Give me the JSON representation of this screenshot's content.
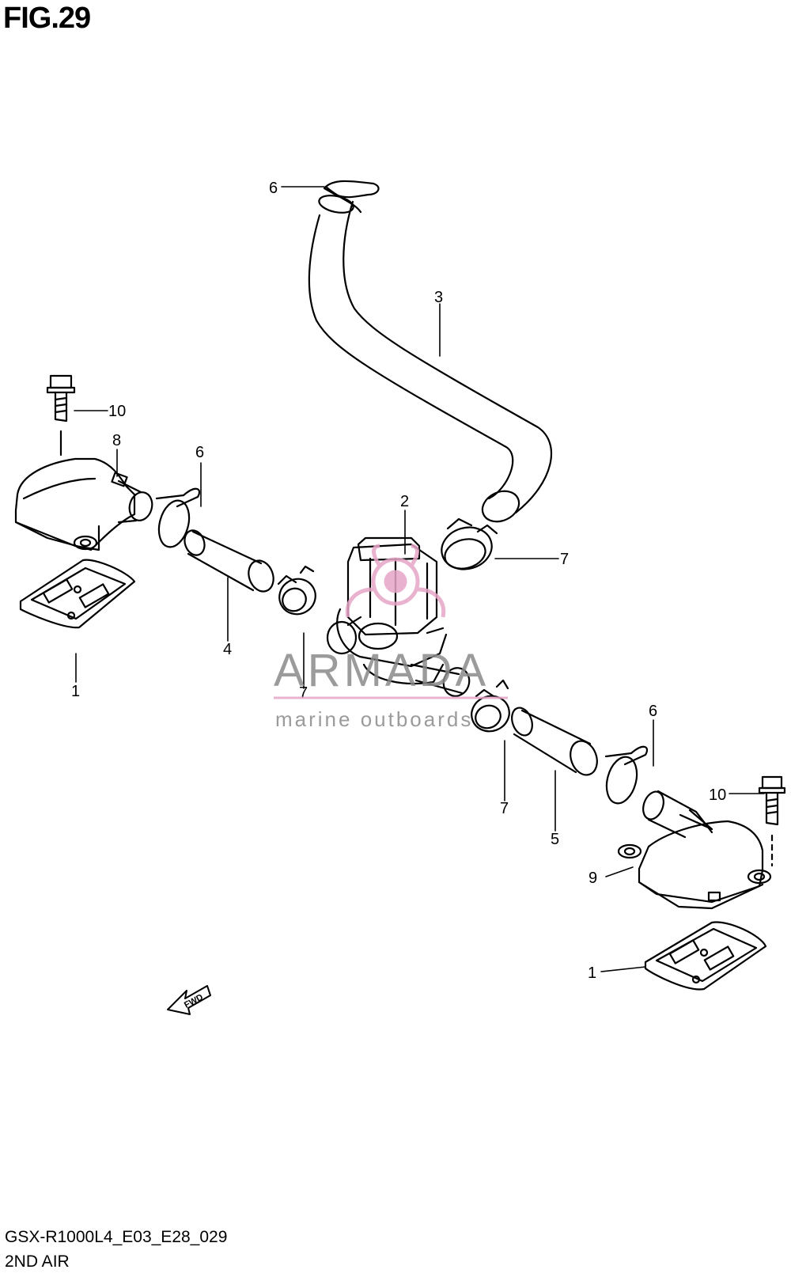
{
  "figure": {
    "title": "FIG.29",
    "model_code": "GSX-R1000L4_E03_E28_029",
    "section_name": "2ND AIR"
  },
  "watermark": {
    "brand": "ARMADA",
    "tagline": "marine outboards",
    "color": "#8a8a8a",
    "accent_color": "#e6a6c8"
  },
  "direction_marker": {
    "label": "FWD"
  },
  "callouts": {
    "c1_left": "1",
    "c1_right": "1",
    "c2": "2",
    "c3": "3",
    "c4": "4",
    "c5": "5",
    "c6_top": "6",
    "c6_left": "6",
    "c6_right": "6",
    "c7_upper": "7",
    "c7_left": "7",
    "c7_lower": "7",
    "c8": "8",
    "c9": "9",
    "c10_left": "10",
    "c10_right": "10"
  }
}
